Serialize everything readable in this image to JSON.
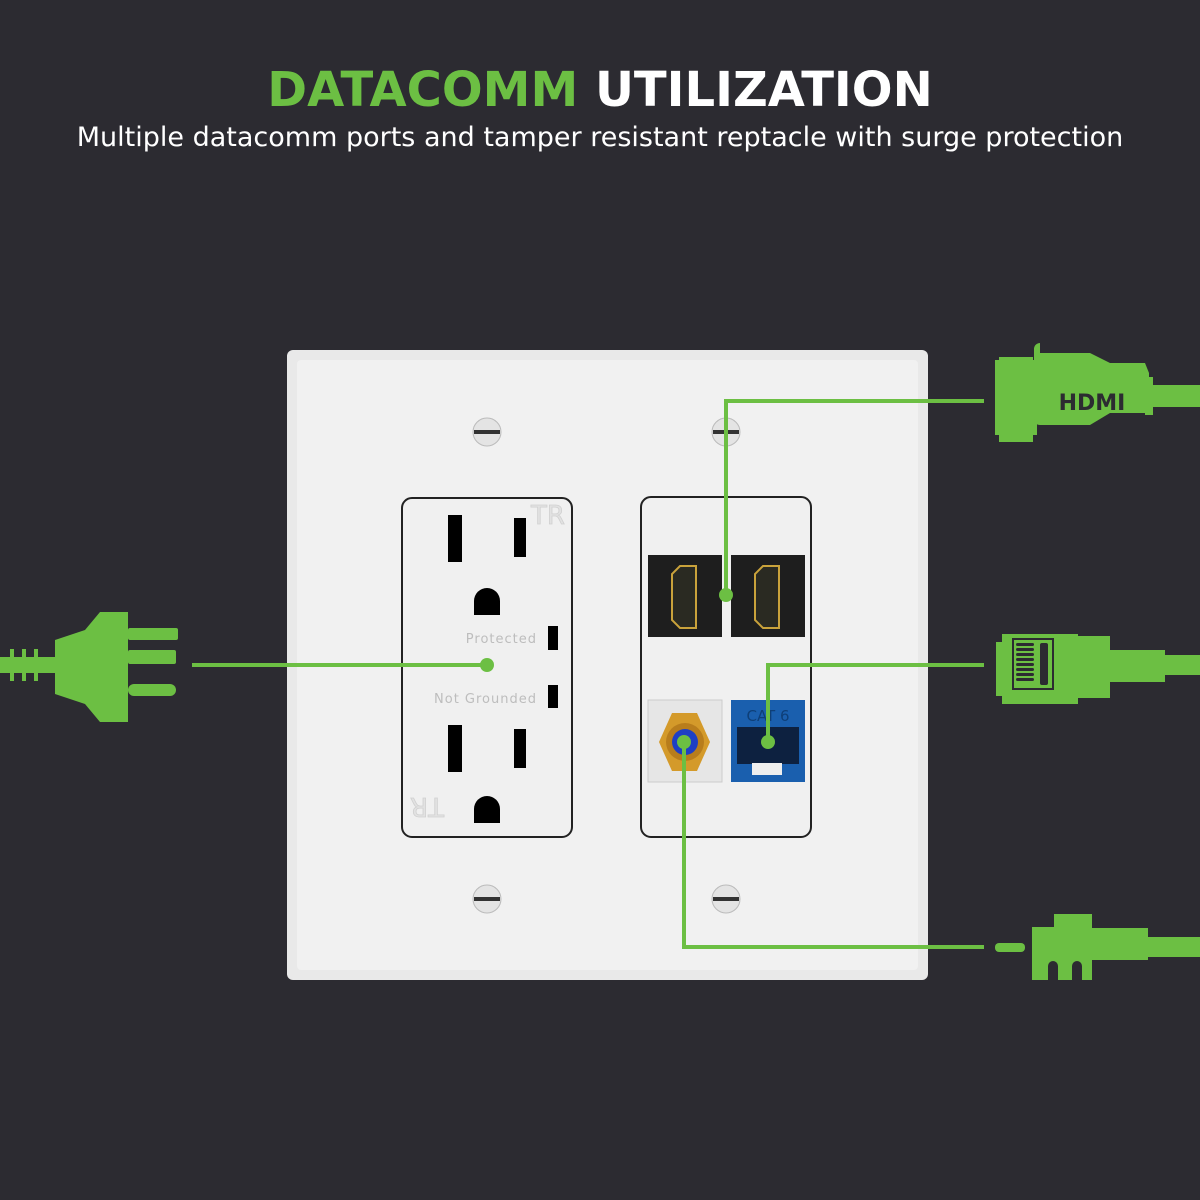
{
  "header": {
    "title_accent": "DATACOMM",
    "title_rest": "UTILIZATION",
    "subtitle": "Multiple datacomm ports and tamper resistant reptacle with surge protection"
  },
  "receptacle": {
    "tr_mark": "TR",
    "protected_label": "Protected",
    "not_grounded_label": "Not Grounded"
  },
  "insert": {
    "cat6_label": "CAT 6"
  },
  "icons": {
    "hdmi": {
      "name": "hdmi-plug-icon",
      "label": "HDMI"
    },
    "ethernet": {
      "name": "rj45-plug-icon"
    },
    "coax": {
      "name": "coax-plug-icon"
    },
    "power": {
      "name": "power-plug-icon"
    }
  },
  "colors": {
    "background": "#2c2b31",
    "accent": "#6cbf43",
    "plate": "#efefef",
    "cat6_jack": "#1a5fae",
    "coax_gold": "#d49a2a"
  }
}
